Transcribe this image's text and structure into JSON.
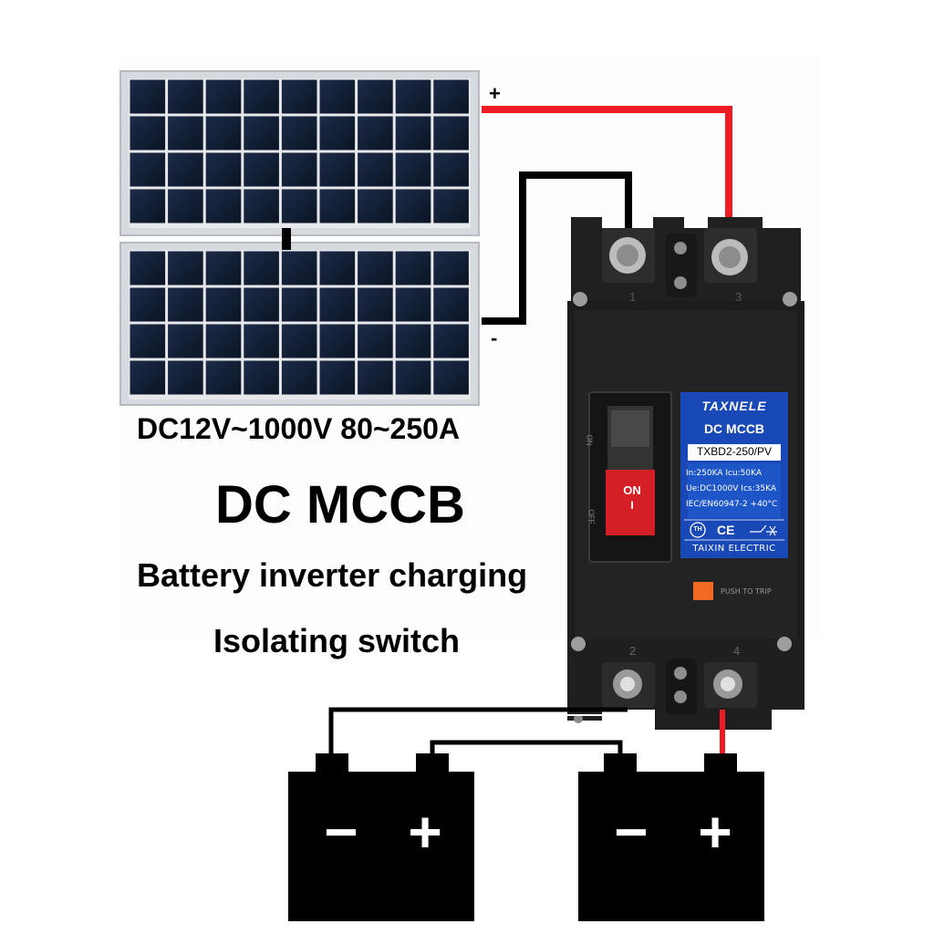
{
  "headline": {
    "range": "DC12V~1000V 80~250A",
    "title": "DC MCCB",
    "line1": "Battery inverter charging",
    "line2": "Isolating switch"
  },
  "polarity": {
    "positive": "+",
    "negative": "-"
  },
  "breaker": {
    "brand": "TAXNELE",
    "type": "DC MCCB",
    "model": "TXBD2-250/PV",
    "spec1": "In:250KA   Icu:50KA",
    "spec2": "Ue:DC1000V   Ics:35KA",
    "spec3": "IEC/EN60947-2 +40°C",
    "cert_ce": "CE",
    "cert_th": "TH",
    "maker": "TAIXIN ELECTRIC",
    "handle_on": "ON",
    "handle_i": "I",
    "side_on": "ON",
    "side_off": "OFF",
    "trip": "PUSH TO TRIP",
    "terminals": [
      "1",
      "3",
      "2",
      "4"
    ]
  },
  "batteries": [
    {
      "neg": "−",
      "pos": "+"
    },
    {
      "neg": "−",
      "pos": "+"
    }
  ],
  "colors": {
    "wire_positive": "#ed1c24",
    "wire_negative": "#000000",
    "breaker_body": "#1c1c1c",
    "label_blue": "#1849b6",
    "handle_red": "#d51f26",
    "trip_orange": "#f26a21",
    "panel_cell": "#0f1c33"
  }
}
